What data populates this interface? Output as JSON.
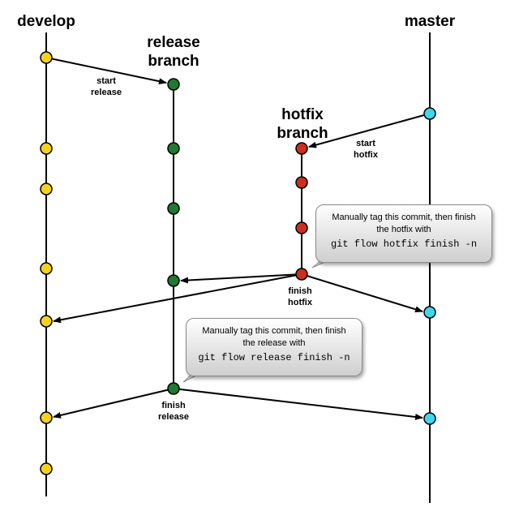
{
  "branches": {
    "develop": "develop",
    "release_line1": "release",
    "release_line2": "branch",
    "hotfix_line1": "hotfix",
    "hotfix_line2": "branch",
    "master": "master"
  },
  "edge_labels": {
    "start_release_1": "start",
    "start_release_2": "release",
    "start_hotfix_1": "start",
    "start_hotfix_2": "hotfix",
    "finish_hotfix_1": "finish",
    "finish_hotfix_2": "hotfix",
    "finish_release_1": "finish",
    "finish_release_2": "release"
  },
  "callouts": {
    "hotfix": {
      "line1": "Manually tag this commit, then finish",
      "line2": "the hotfix with",
      "command": "git flow hotfix finish -n"
    },
    "release": {
      "line1": "Manually tag this commit, then finish",
      "line2": "the release with",
      "command": "git flow release finish -n"
    }
  },
  "colors": {
    "develop": "#f5d21c",
    "release": "#1f7a32",
    "hotfix": "#c9301d",
    "master": "#3fd6ec",
    "line": "#000000"
  }
}
